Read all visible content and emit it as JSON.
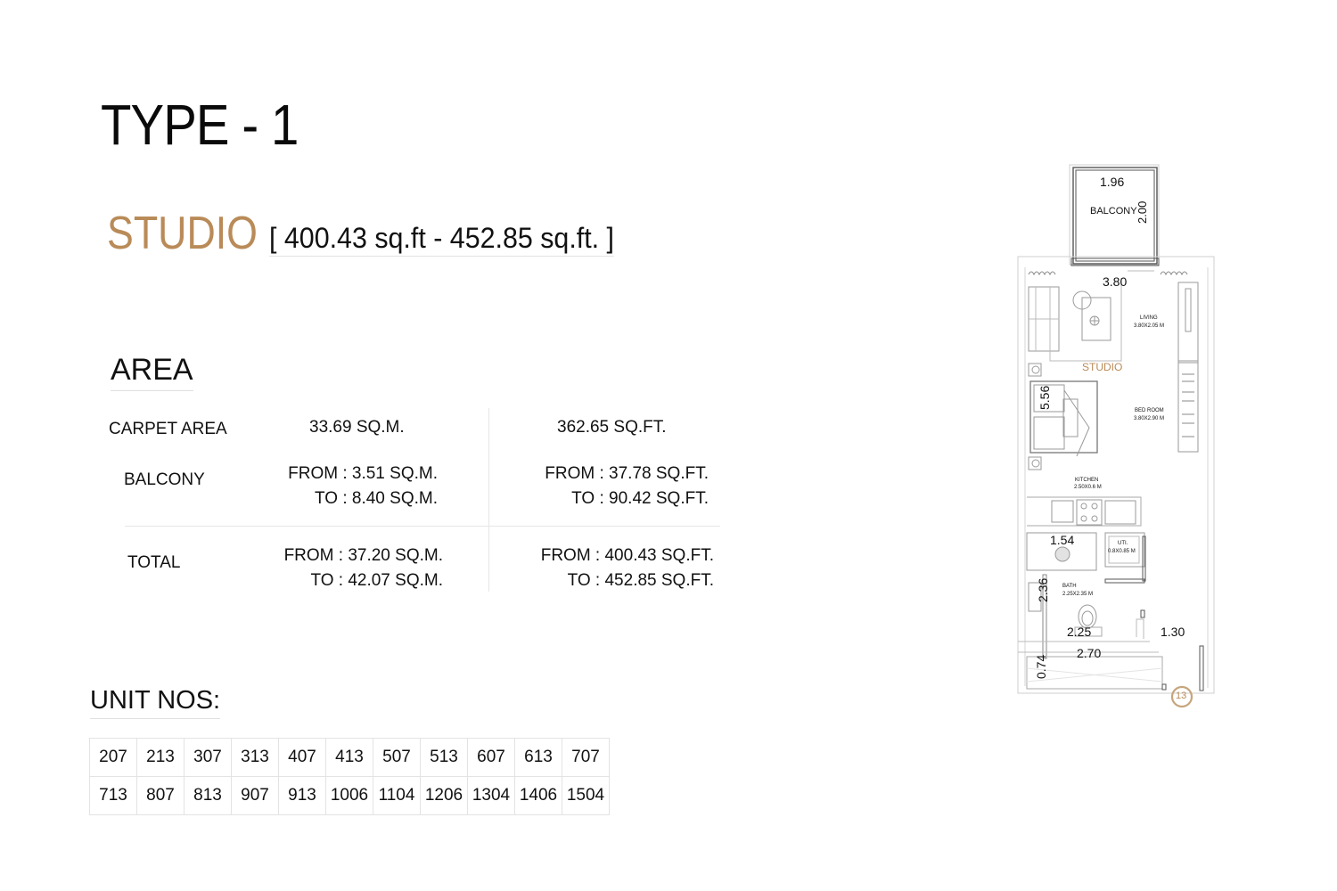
{
  "header": {
    "type_title": "TYPE - 1",
    "unit_type": "STUDIO",
    "size_range": "[ 400.43 sq.ft - 452.85 sq.ft. ]"
  },
  "area": {
    "heading": "AREA",
    "rows": [
      {
        "label": "CARPET AREA",
        "sqm": [
          "33.69 SQ.M."
        ],
        "sqft": [
          "362.65 SQ.FT."
        ]
      },
      {
        "label": "BALCONY",
        "sqm": [
          "FROM : 3.51 SQ.M.",
          "TO : 8.40 SQ.M."
        ],
        "sqft": [
          "FROM : 37.78 SQ.FT.",
          "TO : 90.42 SQ.FT."
        ]
      },
      {
        "label": "TOTAL",
        "sqm": [
          "FROM : 37.20 SQ.M.",
          "TO : 42.07 SQ.M."
        ],
        "sqft": [
          "FROM : 400.43 SQ.FT.",
          "TO : 452.85 SQ.FT."
        ]
      }
    ]
  },
  "units": {
    "heading": "UNIT NOS:",
    "rows": [
      [
        "207",
        "213",
        "307",
        "313",
        "407",
        "413",
        "507",
        "513",
        "607",
        "613",
        "707"
      ],
      [
        "713",
        "807",
        "813",
        "907",
        "913",
        "1006",
        "1104",
        "1206",
        "1304",
        "1406",
        "1504"
      ]
    ]
  },
  "floor_plan": {
    "balcony": {
      "label": "BALCONY",
      "width": "1.96",
      "depth": "2.00"
    },
    "overall_width": "3.80",
    "overall_depth": "5.56",
    "studio_label": "STUDIO",
    "living": {
      "label": "LIVING",
      "size": "3.80X2.05 M"
    },
    "bedroom": {
      "label": "BED ROOM",
      "size": "3.80X2.90 M"
    },
    "kitchen": {
      "label": "KITCHEN",
      "size": "2.50X0.6 M"
    },
    "utility": {
      "label": "UTI.",
      "size": "0.8X0.85 M"
    },
    "bath": {
      "label": "BATH",
      "size": "2.25X2.35 M"
    },
    "dims": {
      "bath_top": "1.54",
      "bath_side": "2.36",
      "bath_width": "2.25",
      "entry_width": "1.30",
      "wardrobe_width": "2.70",
      "wardrobe_depth": "0.74"
    },
    "page_number": "13",
    "accent_color": "#b98b58"
  },
  "colors": {
    "accent": "#b98b58",
    "text": "#111111",
    "rule": "#e3e3e3"
  }
}
